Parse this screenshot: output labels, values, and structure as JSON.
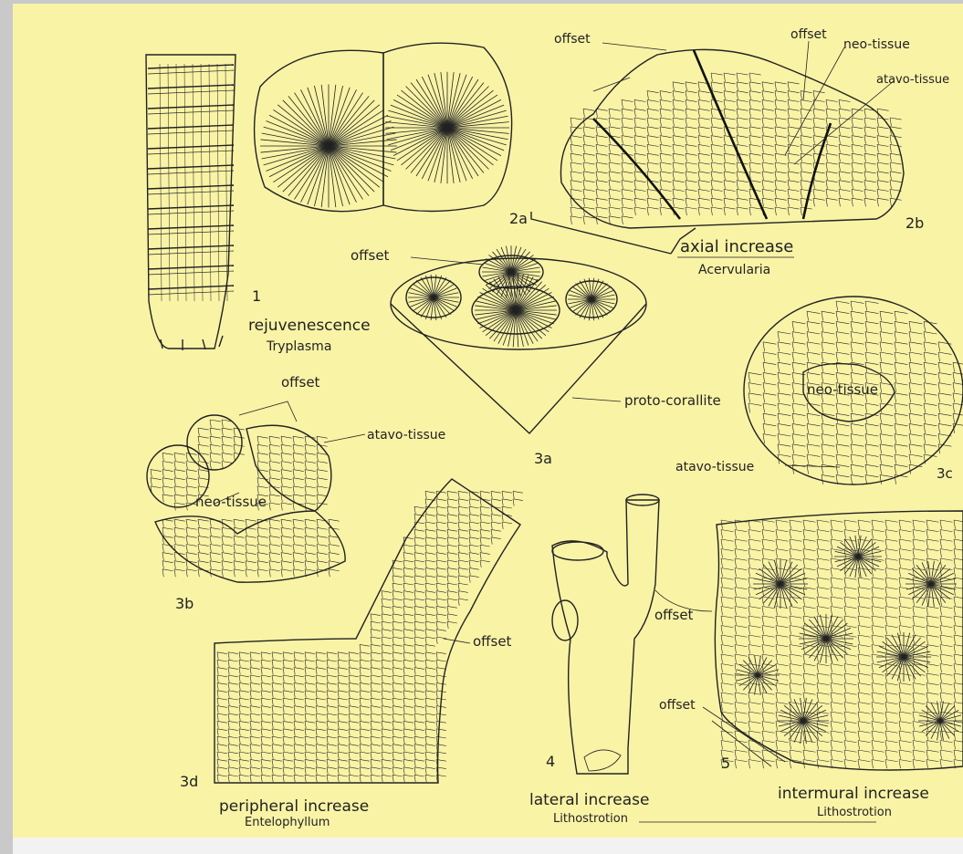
{
  "figure": {
    "fig1": {
      "number": "1",
      "caption": "rejuvenescence",
      "genus": "Tryplasma"
    },
    "fig2a": {
      "number": "2a"
    },
    "fig2b": {
      "number": "2b",
      "caption": "axial increase",
      "genus": "Acervularia",
      "labels": [
        "offset",
        "offset",
        "neo-tissue",
        "atavo-tissue"
      ]
    },
    "fig3a": {
      "number": "3a",
      "labels": [
        "offset",
        "proto-corallite"
      ]
    },
    "fig3b": {
      "number": "3b",
      "labels": [
        "offset",
        "atavo-tissue",
        "neo-tissue"
      ]
    },
    "fig3c": {
      "number": "3c",
      "labels": [
        "neo-tissue",
        "atavo-tissue"
      ]
    },
    "fig3d": {
      "number": "3d",
      "caption": "peripheral increase",
      "genus": "Entelophyllum",
      "labels": [
        "offset"
      ]
    },
    "fig4": {
      "number": "4",
      "caption": "lateral increase",
      "genus": "Lithostrotion",
      "labels": [
        "offset"
      ]
    },
    "fig5": {
      "number": "5",
      "caption": "intermural increase",
      "genus": "Lithostrotion",
      "labels": [
        "offset"
      ]
    }
  }
}
